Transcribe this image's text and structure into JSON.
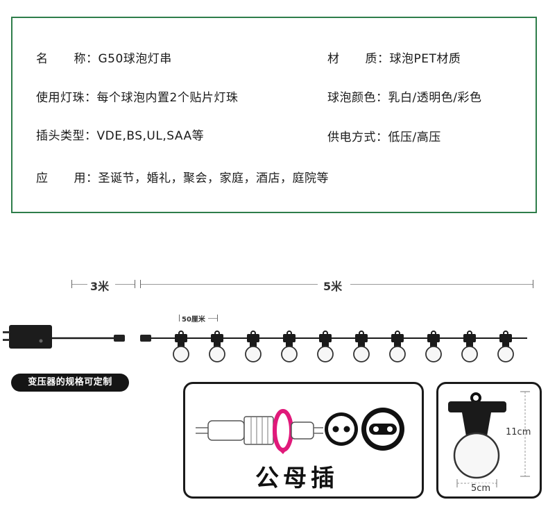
{
  "specs": {
    "name_label": "名称",
    "name_value": "G50球泡灯串",
    "material_label": "材质",
    "material_value": "球泡PET材质",
    "bead_label": "使用灯珠",
    "bead_value": "每个球泡内置2个贴片灯珠",
    "color_label": "球泡颜色",
    "color_value": "乳白/透明色/彩色",
    "plug_label": "插头类型",
    "plug_value": "VDE,BS,UL,SAA等",
    "power_label": "供电方式",
    "power_value": "低压/高压",
    "usage_label": "应用",
    "usage_value": "圣诞节，婚礼，聚会，家庭，酒店，庭院等",
    "separator": "："
  },
  "diagram": {
    "lead_length": "3米",
    "string_length": "5米",
    "spacing": "50厘米",
    "bulb_count": 10,
    "transformer_note": "变压器的规格可定制",
    "connector_title": "公母插",
    "bulb_height": "11cm",
    "bulb_width": "5cm"
  },
  "colors": {
    "border_green": "#2e7d4a",
    "accent_pink": "#e0197a",
    "dark": "#1a1a1a"
  }
}
